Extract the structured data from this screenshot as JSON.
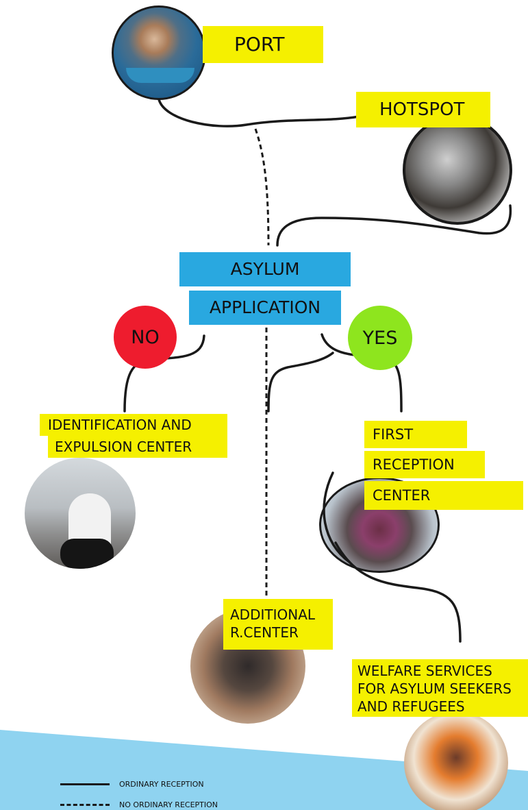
{
  "nodes": {
    "port": "PORT",
    "hotspot": "HOTSPOT",
    "asylum_line1": "ASYLUM",
    "asylum_line2": "APPLICATION",
    "no": "NO",
    "yes": "YES",
    "identification_line1": "IDENTIFICATION AND",
    "identification_line2": "EXPULSION CENTER",
    "first_reception_line1": "FIRST",
    "first_reception_line2": "RECEPTION",
    "first_reception_line3": "CENTER",
    "additional_line1": "ADDITIONAL",
    "additional_line2": "R.CENTER",
    "welfare_line1": "WELFARE  SERVICES",
    "welfare_line2": "FOR ASYLUM SEEKERS",
    "welfare_line3": "AND REFUGEES"
  },
  "legend": {
    "ordinary": "ORDINARY RECEPTION",
    "no_ordinary": "NO ORDINARY RECEPTION"
  },
  "colors": {
    "label_yellow": "#f5f000",
    "label_blue": "#29a8e0",
    "no_red": "#ee1c2e",
    "yes_green": "#8ee51e",
    "background_blue": "#8fd3f0"
  }
}
